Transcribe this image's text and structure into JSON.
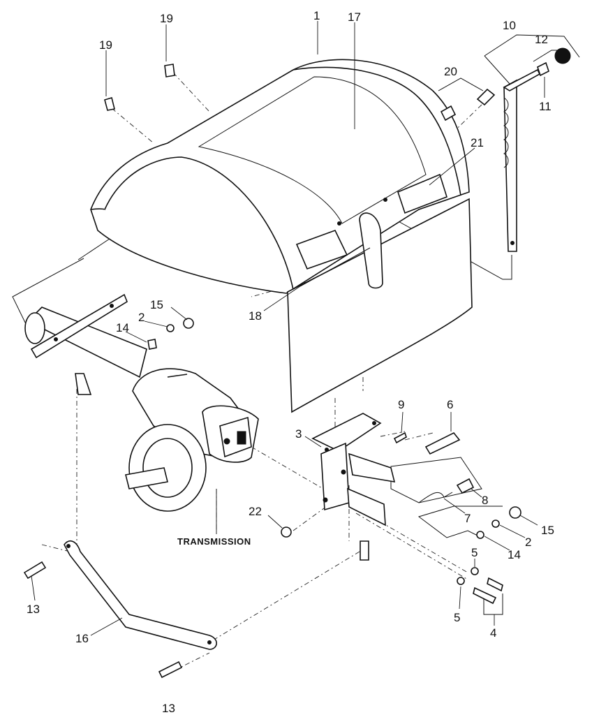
{
  "labels": {
    "l1": "1",
    "l17": "17",
    "l19a": "19",
    "l19b": "19",
    "l20": "20",
    "l10": "10",
    "l12": "12",
    "l11": "11",
    "l21": "21",
    "l18": "18",
    "l15a": "15",
    "l2a": "2",
    "l14a": "14",
    "l3": "3",
    "l9": "9",
    "l6": "6",
    "l8": "8",
    "l7": "7",
    "l22": "22",
    "l15b": "15",
    "l2b": "2",
    "l14b": "14",
    "l5a": "5",
    "l5b": "5",
    "l4": "4",
    "l13a": "13",
    "l13b": "13",
    "l16": "16"
  },
  "captions": {
    "transmission": "TRANSMISSION"
  }
}
